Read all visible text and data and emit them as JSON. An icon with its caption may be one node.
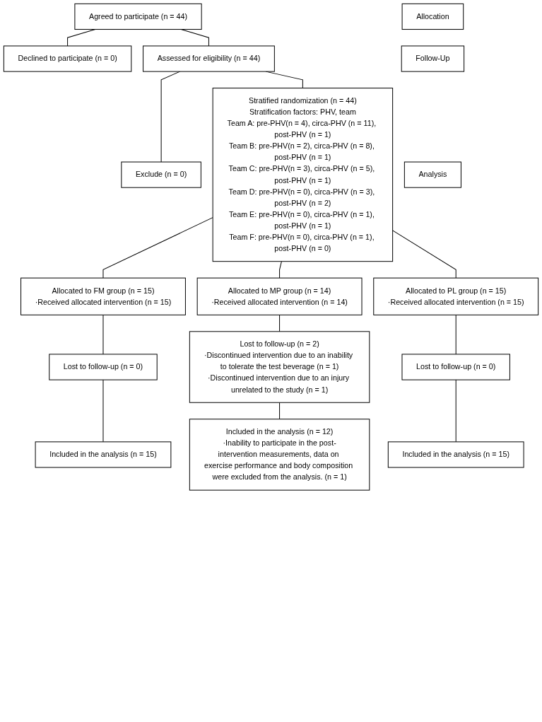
{
  "diagram": {
    "nodes": [
      {
        "text": [
          "Agreed to participate (n = 44)"
        ]
      },
      {
        "text": [
          "Declined to participate (n = 0)"
        ]
      },
      {
        "text": [
          "Assessed for eligibility (n = 44)"
        ]
      },
      {
        "text": [
          "Exclude (n = 0)"
        ]
      },
      {
        "text": [
          "Stratified randomization (n = 44)",
          "Stratification factors: PHV, team",
          "Team A: pre-PHV(n = 4), circa-PHV (n = 11), post-PHV (n = 1)",
          "Team B: pre-PHV(n = 2), circa-PHV (n = 8), post-PHV (n = 1)",
          "Team C: pre-PHV(n = 3), circa-PHV (n = 5), post-PHV (n = 1)",
          "Team D: pre-PHV(n = 0), circa-PHV (n = 3), post-PHV (n = 2)",
          "Team E: pre-PHV(n = 0), circa-PHV (n = 1), post-PHV (n = 1)",
          "Team F: pre-PHV(n = 0), circa-PHV (n = 1), post-PHV (n = 0)"
        ]
      },
      {
        "text": [
          "Allocation"
        ]
      },
      {
        "text": [
          "Allocated to FM group (n = 15)",
          "·Received allocated intervention (n = 15)"
        ]
      },
      {
        "text": [
          "Allocated to MP group (n = 14)",
          "·Received allocated intervention (n = 14)"
        ]
      },
      {
        "text": [
          "Allocated to PL group (n = 15)",
          "·Received allocated intervention (n = 15)"
        ]
      },
      {
        "text": [
          "Lost to follow-up (n = 2)",
          "·Discontinued intervention due to an inability to tolerate the test beverage (n = 1)",
          "·Discontinued intervention due to an injury unrelated to the study (n = 1)"
        ]
      },
      {
        "text": [
          "Follow-Up"
        ]
      },
      {
        "text": [
          "Lost to follow-up (n = 0)"
        ]
      },
      {
        "text": [
          "Lost to follow-up (n = 0)"
        ]
      },
      {
        "text": [
          "Included in the analysis (n = 12)",
          "·Inability to participate in the post-intervention measurements, data on exercise performance and body composition were excluded from the analysis. (n = 1)"
        ]
      },
      {
        "text": [
          "Analysis"
        ]
      },
      {
        "text": [
          "Included in the analysis (n = 15)"
        ]
      },
      {
        "text": [
          "Included in the analysis (n = 15)"
        ]
      }
    ],
    "edges": [
      {
        "from": 0,
        "to": 1,
        "arrow": "none"
      },
      {
        "from": 0,
        "to": 2,
        "arrow": "none"
      },
      {
        "from": 2,
        "to": 3,
        "arrow": "none"
      },
      {
        "from": 2,
        "to": 4,
        "arrow": "none"
      },
      {
        "from": 4,
        "to": 6,
        "arrow": "none"
      },
      {
        "from": 4,
        "to": 7,
        "arrow": "none"
      },
      {
        "from": 4,
        "to": 8,
        "arrow": "none"
      },
      {
        "from": 6,
        "to": 11,
        "arrow": "none"
      },
      {
        "from": 7,
        "to": 9,
        "arrow": "none"
      },
      {
        "from": 8,
        "to": 12,
        "arrow": "none"
      },
      {
        "from": 11,
        "to": 15,
        "arrow": "none"
      },
      {
        "from": 9,
        "to": 13,
        "arrow": "none"
      },
      {
        "from": 12,
        "to": 16,
        "arrow": "none"
      }
    ]
  }
}
